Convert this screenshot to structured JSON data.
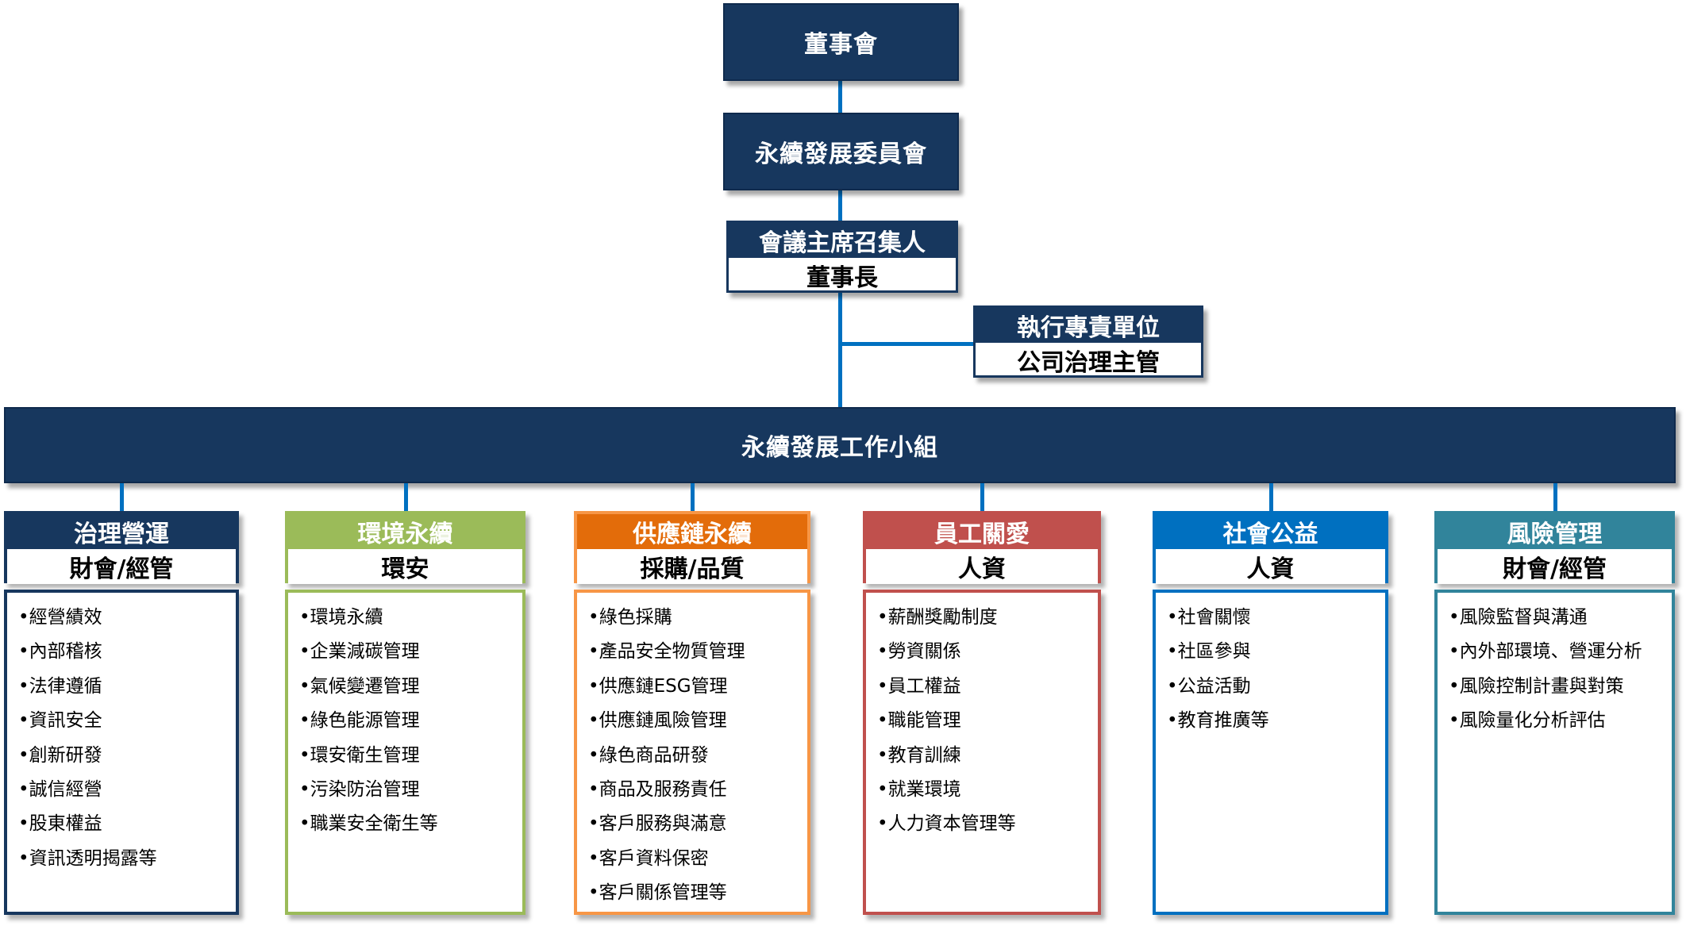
{
  "board": "董事會",
  "committee": "永續發展委員會",
  "convener": {
    "title": "會議主席召集人",
    "person": "董事長"
  },
  "executive": {
    "title": "執行專責單位",
    "person": "公司治理主管"
  },
  "working_group": "永續發展工作小組",
  "colors": {
    "navy": "#17375e",
    "line": "#0070c0"
  },
  "columns": [
    {
      "title": "治理營運",
      "dept": "財會/經管",
      "color": "#17375e",
      "border": "#17375e",
      "items": [
        "•經營績效",
        "•內部稽核",
        "•法律遵循",
        "•資訊安全",
        "•創新研發",
        "•誠信經營",
        "•股東權益",
        "•資訊透明揭露等"
      ]
    },
    {
      "title": "環境永續",
      "dept": "環安",
      "color": "#9bbb59",
      "border": "#9bbb59",
      "items": [
        "•環境永續",
        "•企業減碳管理",
        "•氣候變遷管理",
        "•綠色能源管理",
        "•環安衛生管理",
        "•污染防治管理",
        "•職業安全衛生等"
      ]
    },
    {
      "title": "供應鏈永續",
      "dept": "採購/品質",
      "color": "#e36c0a",
      "border": "#f79646",
      "items": [
        "•綠色採購",
        "•產品安全物質管理",
        "•供應鏈ESG管理",
        "•供應鏈風險管理",
        "•綠色商品研發",
        "•商品及服務責任",
        "•客戶服務與滿意",
        "•客戶資料保密",
        "•客戶關係管理等"
      ]
    },
    {
      "title": "員工關愛",
      "dept": "人資",
      "color": "#c0504d",
      "border": "#c0504d",
      "items": [
        "•薪酬獎勵制度",
        "•勞資關係",
        "•員工權益",
        "•職能管理",
        "•教育訓練",
        "•就業環境",
        "•人力資本管理等"
      ]
    },
    {
      "title": "社會公益",
      "dept": "人資",
      "color": "#0070c0",
      "border": "#0070c0",
      "items": [
        "•社會關懷",
        "•社區參與",
        "•公益活動",
        "•教育推廣等"
      ]
    },
    {
      "title": "風險管理",
      "dept": "財會/經管",
      "color": "#31849b",
      "border": "#31849b",
      "items": [
        "•風險監督與溝通",
        "•內外部環境、營運分析",
        "•風險控制計畫與對策",
        "•風險量化分析評估"
      ]
    }
  ]
}
